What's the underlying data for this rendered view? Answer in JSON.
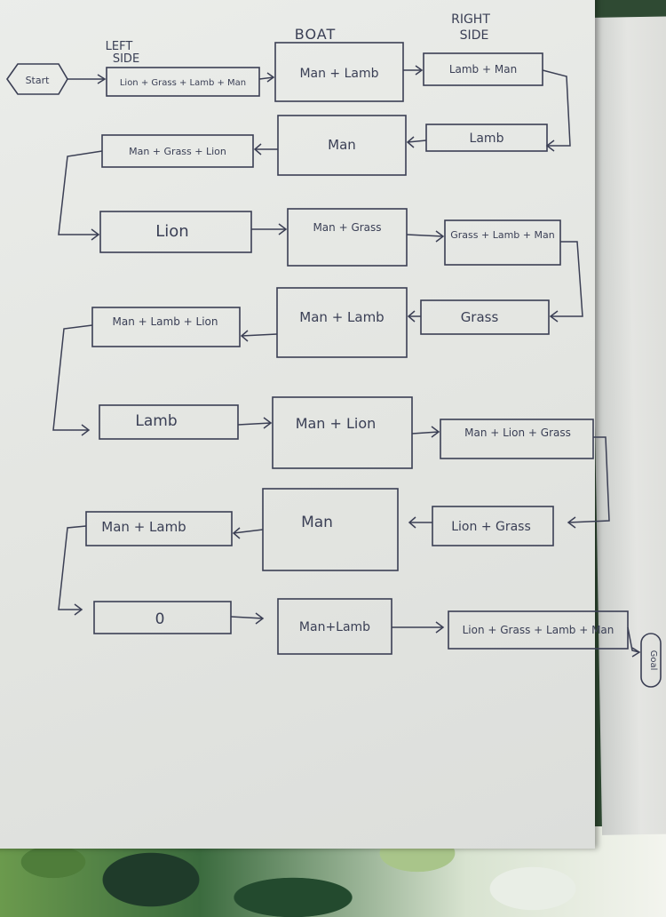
{
  "headers": {
    "left": [
      "LEFT",
      "SIDE"
    ],
    "boat": "BOAT",
    "right": [
      "RIGHT",
      "SIDE"
    ]
  },
  "terminals": {
    "start": "Start",
    "goal": "Goal"
  },
  "rows": [
    {
      "left": "Lion + Grass + Lamb + Man",
      "boat": "Man + Lamb",
      "right": "Lamb + Man"
    },
    {
      "left": "Man + Grass + Lion",
      "boat": "Man",
      "right": "Lamb"
    },
    {
      "left": "Lion",
      "boat": "Man + Grass",
      "right": "Grass + Lamb + Man"
    },
    {
      "left": "Man + Lamb + Lion",
      "boat": "Man + Lamb",
      "right": "Grass"
    },
    {
      "left": "Lamb",
      "boat": "Man + Lion",
      "right": "Man + Lion + Grass"
    },
    {
      "left": "Man + Lamb",
      "boat": "Man",
      "right": "Lion + Grass"
    },
    {
      "left": "0",
      "boat": "Man+Lamb",
      "right": "Lion + Grass + Lamb + Man"
    }
  ]
}
